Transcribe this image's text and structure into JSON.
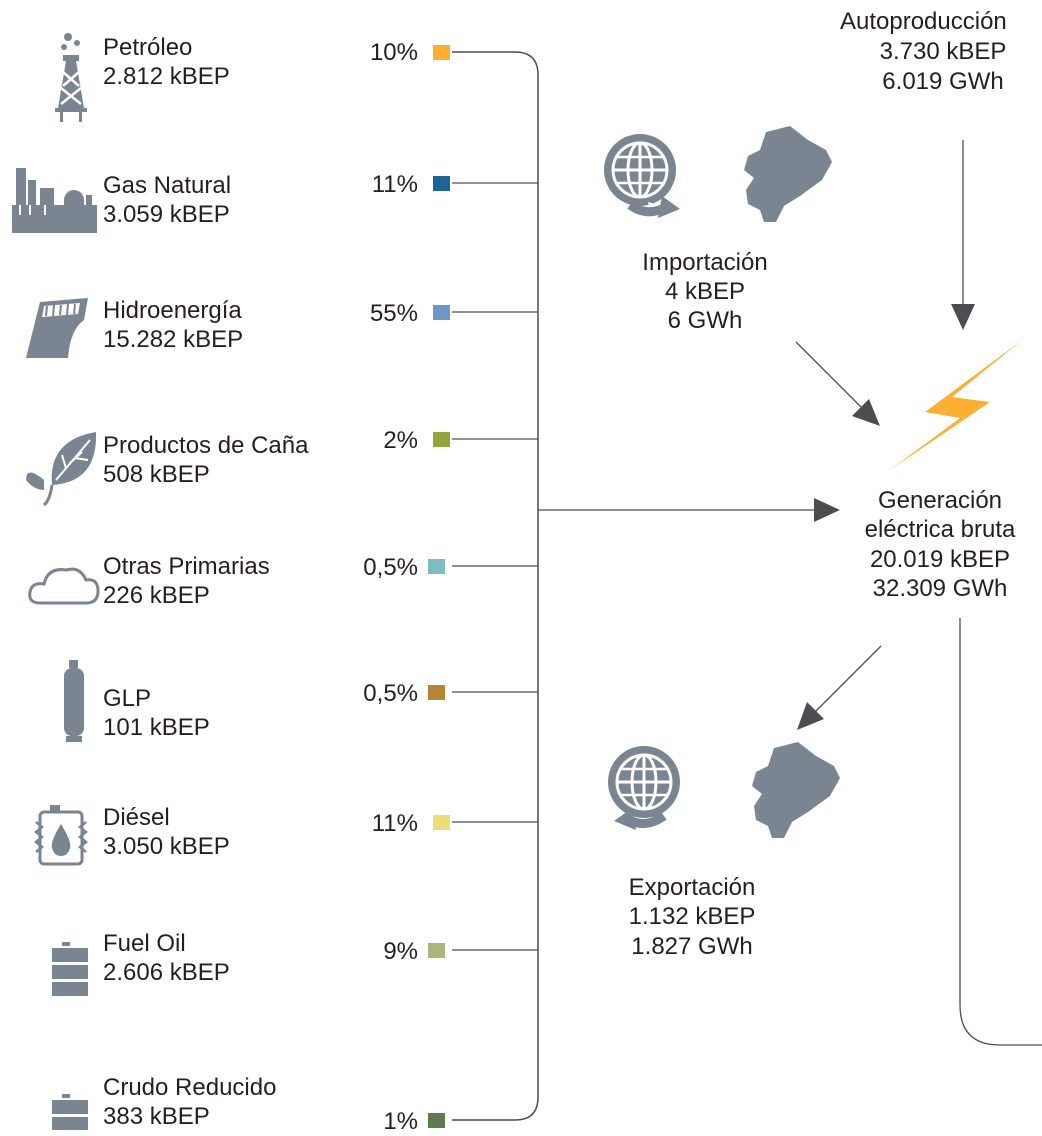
{
  "sources": [
    {
      "name": "Petróleo",
      "value": "2.812 kBEP",
      "pct": "10%",
      "color": "#fbb034",
      "icon": "oil-derrick-icon"
    },
    {
      "name": "Gas Natural",
      "value": "3.059 kBEP",
      "pct": "11%",
      "color": "#1a6496",
      "icon": "gas-plant-icon"
    },
    {
      "name": "Hidroenergía",
      "value": "15.282 kBEP",
      "pct": "55%",
      "color": "#6d98c2",
      "icon": "dam-icon"
    },
    {
      "name": "Productos de Caña",
      "value": "508 kBEP",
      "pct": "2%",
      "color": "#94a53a",
      "icon": "leaf-icon"
    },
    {
      "name": "Otras Primarias",
      "value": "226 kBEP",
      "pct": "0,5%",
      "color": "#7ebcc4",
      "icon": "cloud-icon"
    },
    {
      "name": "GLP",
      "value": "101 kBEP",
      "pct": "0,5%",
      "color": "#b58434",
      "icon": "gas-cylinder-icon"
    },
    {
      "name": "Diésel",
      "value": "3.050 kBEP",
      "pct": "11%",
      "color": "#ebdd7a",
      "icon": "fuel-drum-drop-icon"
    },
    {
      "name": "Fuel Oil",
      "value": "2.606 kBEP",
      "pct": "9%",
      "color": "#adb57f",
      "icon": "barrel-icon"
    },
    {
      "name": "Crudo Reducido",
      "value": "383 kBEP",
      "pct": "1%",
      "color": "#5e7a4f",
      "icon": "barrel-icon"
    }
  ],
  "autoproduccion": {
    "title": "Autoproducción",
    "kbep": "3.730 kBEP",
    "gwh": "6.019 GWh"
  },
  "importacion": {
    "title": "Importación",
    "kbep": "4 kBEP",
    "gwh": "6 GWh"
  },
  "generacion": {
    "title_line1": "Generación",
    "title_line2": "eléctrica bruta",
    "kbep": "20.019 kBEP",
    "gwh": "32.309 GWh"
  },
  "exportacion": {
    "title": "Exportación",
    "kbep": "1.132 kBEP",
    "gwh": "1.827 GWh"
  },
  "colors": {
    "line": "#4d4d4f",
    "icon": "#7b8592",
    "bolt": "#fbb034"
  }
}
